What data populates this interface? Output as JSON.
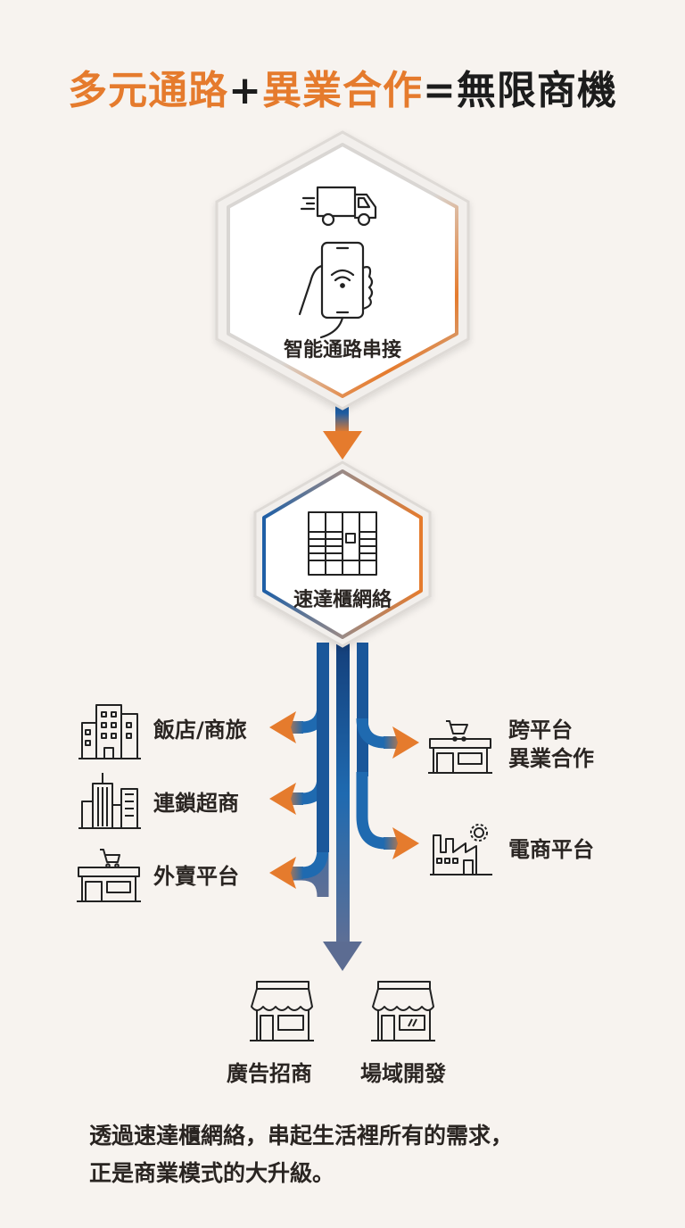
{
  "title": {
    "part1": "多元通路",
    "plus": "+",
    "part2": "異業合作",
    "equals": "=",
    "part3": "無限商機"
  },
  "colors": {
    "accent_orange": "#e57b2d",
    "accent_blue": "#1f5fa6",
    "text_dark": "#2a2522",
    "background": "#f7f3ef"
  },
  "nodes": {
    "top": {
      "label": "智能通路串接",
      "icons": [
        "delivery-truck-icon",
        "smartphone-wifi-icon"
      ]
    },
    "middle": {
      "label": "速達櫃網絡",
      "icons": [
        "locker-icon"
      ]
    }
  },
  "branches": {
    "left": [
      {
        "label": "飯店/商旅",
        "icon": "hotel-building-icon"
      },
      {
        "label": "連鎖超商",
        "icon": "city-buildings-icon"
      },
      {
        "label": "外賣平台",
        "icon": "shop-cart-icon"
      }
    ],
    "right": [
      {
        "label_line1": "跨平台",
        "label_line2": "異業合作",
        "icon": "shop-cart-icon"
      },
      {
        "label": "電商平台",
        "icon": "factory-gear-icon"
      }
    ],
    "bottom": [
      {
        "label": "廣告招商",
        "icon": "storefront-icon"
      },
      {
        "label": "場域開發",
        "icon": "storefront-icon"
      }
    ]
  },
  "footer": {
    "line1": "透過速達櫃網絡，串起生活裡所有的需求，",
    "line2": "正是商業模式的大升級。"
  }
}
